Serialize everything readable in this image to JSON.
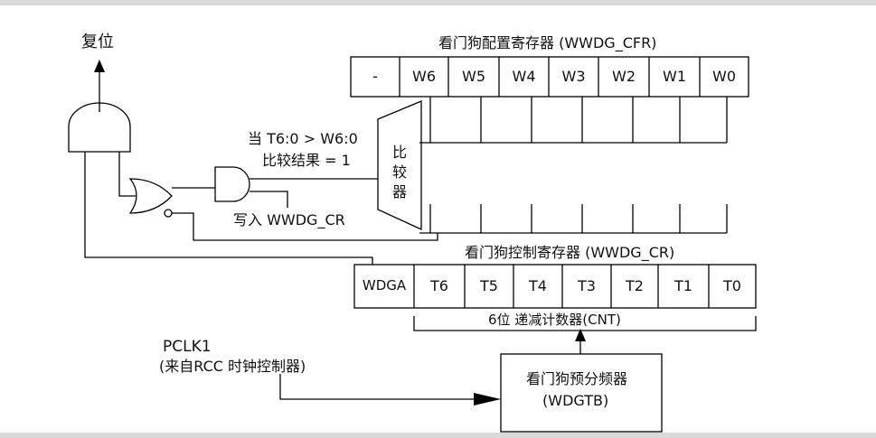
{
  "reset_label": "复位",
  "cfr": {
    "title": "看门狗配置寄存器 (WWDG_CFR)",
    "bits": [
      "-",
      "W6",
      "W5",
      "W4",
      "W3",
      "W2",
      "W1",
      "W0"
    ]
  },
  "cr": {
    "title": "看门狗控制寄存器 (WWDG_CR)",
    "bits": [
      "WDGA",
      "T6",
      "T5",
      "T4",
      "T3",
      "T2",
      "T1",
      "T0"
    ],
    "counter_label": "6位 递减计数器(CNT)"
  },
  "comparator": {
    "condition": "当 T6:0 > W6:0",
    "result": "比较结果 = 1",
    "chars": [
      "比",
      "较",
      "器"
    ]
  },
  "write_label": "写入 WWDG_CR",
  "pclk": {
    "name": "PCLK1",
    "source": "(来自RCC 时钟控制器)"
  },
  "prescaler": {
    "name": "看门狗预分频器",
    "code": "(WDGTB)"
  }
}
